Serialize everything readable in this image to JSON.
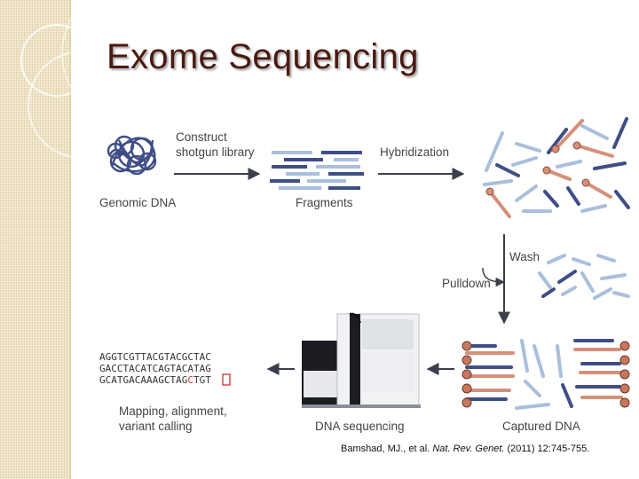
{
  "slide": {
    "title": "Exome Sequencing"
  },
  "figure": {
    "labels": {
      "construct_line1": "Construct",
      "construct_line2": "shotgun library",
      "genomic_dna": "Genomic DNA",
      "fragments": "Fragments",
      "hybridization": "Hybridization",
      "wash": "Wash",
      "pulldown": "Pulldown",
      "captured_dna": "Captured DNA",
      "dna_sequencing": "DNA sequencing",
      "mapping_line1": "Mapping, alignment,",
      "mapping_line2": "variant calling"
    },
    "sequences": {
      "line1": "AGGTCGTTACGTACGCTAC",
      "line2": "GACCTACATCAGTACATAG",
      "line3_before": "GCATGACAAAGCTAG",
      "line3_highlight": "C",
      "line3_after": "TGT"
    },
    "colors": {
      "navy": "#3f4e86",
      "light_blue": "#a9bfdc",
      "salmon": "#d5907a",
      "highlight": "#cc3333"
    }
  },
  "citation": {
    "authors": "Bamshad, MJ., et al.",
    "journal": "Nat. Rev. Genet.",
    "details": "(2011) 12:745-755."
  }
}
